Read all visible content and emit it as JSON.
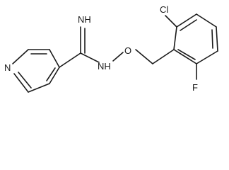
{
  "atoms": {
    "imine": "NH",
    "amine": "NH",
    "oxygen": "O",
    "chlorine": "Cl",
    "fluorine": "F",
    "pyridine_n": "N"
  }
}
